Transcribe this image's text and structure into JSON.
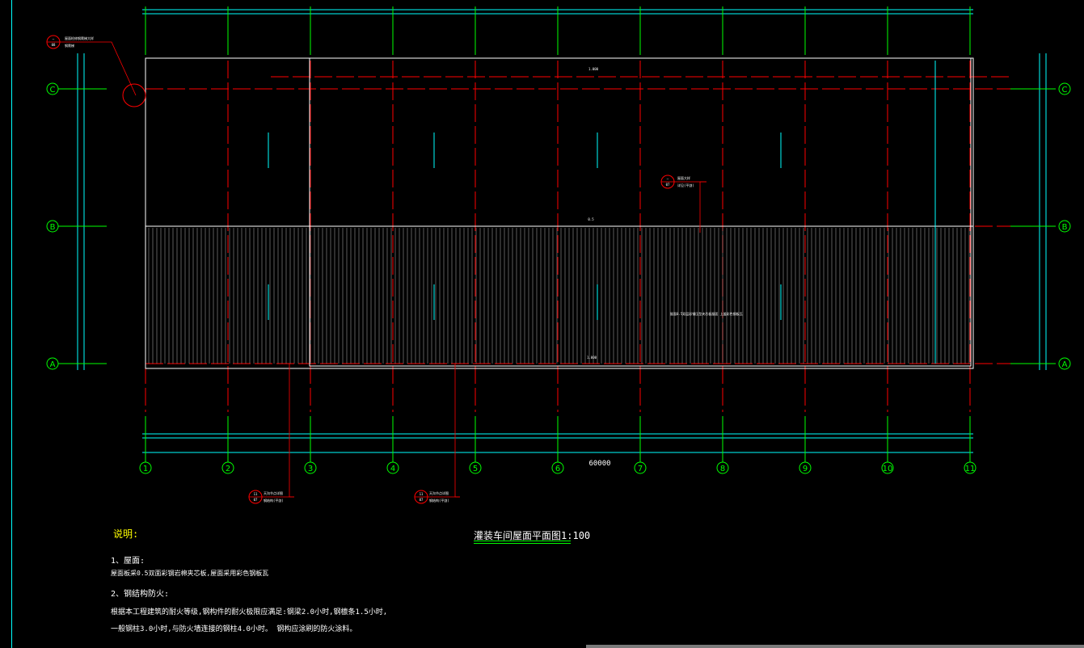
{
  "drawing": {
    "title": "灌装车间屋面平面图",
    "scale": "1:100",
    "overall_dimension": "60000",
    "grid_columns": [
      "1",
      "2",
      "3",
      "4",
      "5",
      "6",
      "7",
      "8",
      "9",
      "10",
      "11"
    ],
    "grid_rows": [
      "C",
      "B",
      "A"
    ],
    "callouts": {
      "top_left": {
        "num": "—",
        "ref": "08",
        "text1": "屋面检修钢爬梯大样",
        "text2": "钢爬梯"
      },
      "mid_right": {
        "num": "—",
        "ref": "07",
        "text1": "屋面大样",
        "text2": "详见(平剖)"
      },
      "bottom_1": {
        "num": "11",
        "ref": "07",
        "text1": "天沟节点详图",
        "text2": "钢结构(平剖)"
      },
      "bottom_2": {
        "num": "11",
        "ref": "07",
        "text1": "天沟节点详图",
        "text2": "钢结构(平剖)"
      }
    },
    "elevations": {
      "ridge": "1.000",
      "mid": "0.5",
      "eave": "1.000"
    },
    "middle_note": "屋面0.5双层彩钢压型夹芯板屋面 上盖彩色钢板瓦"
  },
  "notes": {
    "heading": "说明:",
    "lines": [
      "1、屋面:",
      "屋面板采0.5双面彩钢岩棉夹芯板,屋面采用彩色钢板瓦",
      "2、钢结构防火:",
      "根据本工程建筑的耐火等级,钢构件的耐火极限应满足:钢梁2.0小时,钢檩条1.5小时,",
      "一般钢柱3.0小时,与防火墙连接的钢柱4.0小时。        钢构应涂刷的防火涂料。"
    ]
  },
  "colors": {
    "background": "#000000",
    "grid_axis_green": "#00ff00",
    "dimension_cyan": "#00ffff",
    "center_line_red": "#ff0000",
    "outline_white": "#ffffff",
    "notes_heading_yellow": "#ffff00"
  }
}
